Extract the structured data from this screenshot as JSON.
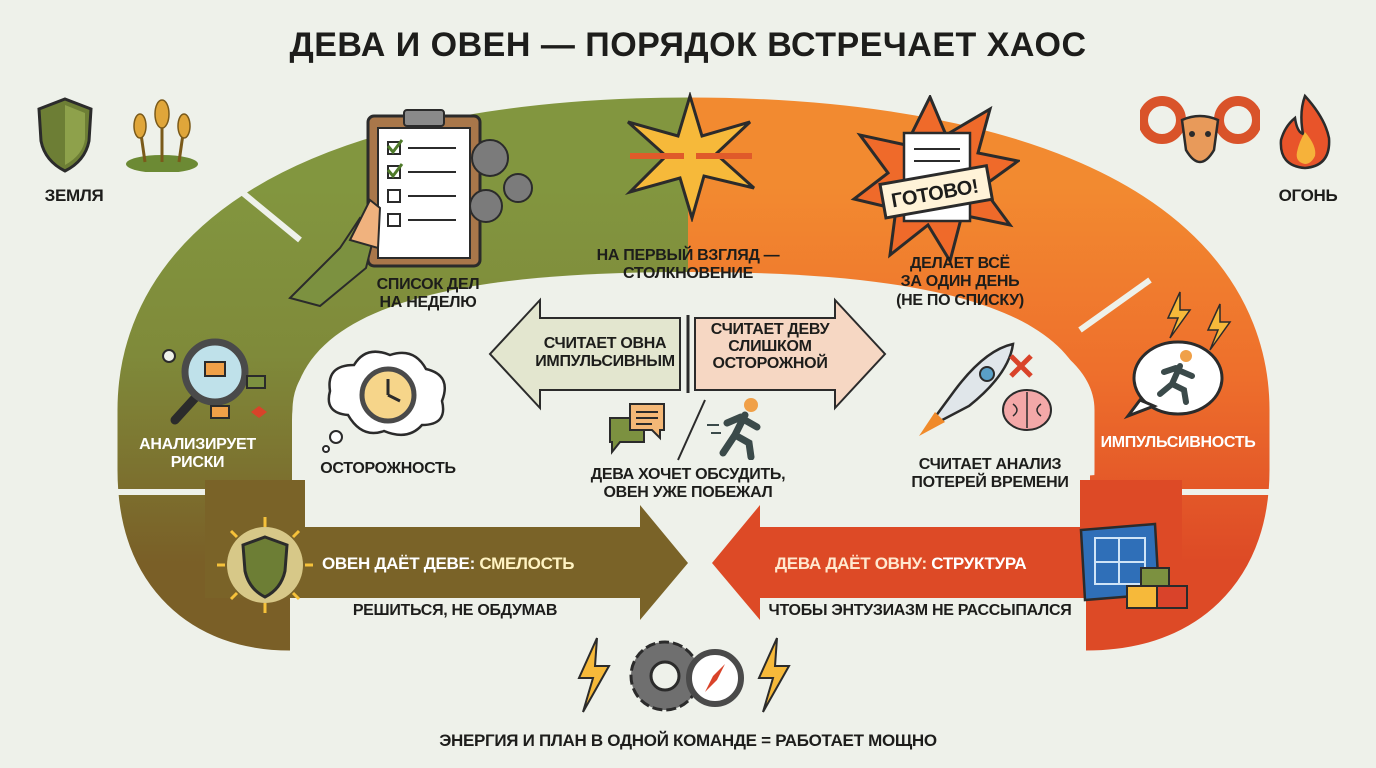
{
  "title": "Дева и Овен — порядок встречает хаос",
  "elements": {
    "earth": "Земля",
    "fire": "Огонь"
  },
  "virgo": {
    "todo_list": [
      "Список дел",
      "на неделю"
    ],
    "analyzes": [
      "Анализирует",
      "риски"
    ],
    "caution": "Осторожность"
  },
  "center": {
    "first_glance": [
      "На первый взгляд —",
      "столкновение"
    ],
    "left_arrow": [
      "Считает овна",
      "импульсивным"
    ],
    "right_arrow": [
      "Считает деву",
      "слишком",
      "осторожной"
    ],
    "discuss": [
      "Дева хочет обсудить,",
      "овен уже побежал"
    ]
  },
  "aries": {
    "ready_sign": "Готово!",
    "does_all": [
      "Делает всё",
      "за один день",
      "(не по списку)"
    ],
    "analysis_waste": [
      "Считает анализ",
      "потерей времени"
    ],
    "impulsivity": "Импульсивность"
  },
  "exchange": {
    "aries_gives_prefix": "Овен даёт деве: ",
    "aries_gives_value": "смелость",
    "aries_gives_sub": "Решиться, не обдумав",
    "virgo_gives_prefix": "Дева даёт овну: ",
    "virgo_gives_value": "структура",
    "virgo_gives_sub": "Чтобы энтузиазм не рассыпался"
  },
  "footer": "Энергия и план в одной команде = работает мощно",
  "colors": {
    "earth_green": "#7c9140",
    "earth_brown": "#7a6328",
    "fire_orange": "#f07d2c",
    "fire_red": "#dd4a26",
    "background": "#eef1ea"
  }
}
